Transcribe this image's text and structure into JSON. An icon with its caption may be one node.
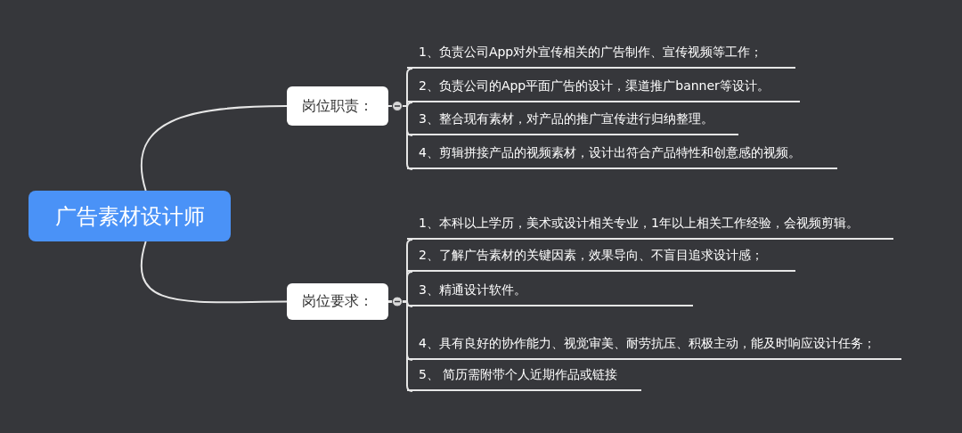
{
  "diagram": {
    "nodes": [
      {
        "text": [
          "广告素材设计师"
        ]
      },
      {
        "text": [
          "岗位职责："
        ]
      },
      {
        "text": [
          "1、负责公司App对外宣传相关的广告制作、宣传视频等工作；"
        ]
      },
      {
        "text": [
          "2、负责公司的App平面广告的设计，渠道推广banner等设计。"
        ]
      },
      {
        "text": [
          "3、整合现有素材，对产品的推广宣传进行归纳整理。"
        ]
      },
      {
        "text": [
          "4、剪辑拼接产品的视频素材，设计出符合产品特性和创意感的视频。"
        ]
      },
      {
        "text": [
          "岗位要求："
        ]
      },
      {
        "text": [
          "1、本科以上学历，美术或设计相关专业，1年以上相关工作经验，会视频剪辑。"
        ]
      },
      {
        "text": [
          "2、了解广告素材的关键因素，效果导向、不盲目追求设计感；"
        ]
      },
      {
        "text": [
          "3、精通设计软件。"
        ]
      },
      {
        "text": [
          "4、具有良好的协作能力、视觉审美、耐劳抗压、积极主动，能及时响应设计任务；"
        ]
      },
      {
        "text": [
          "5、 简历需附带个人近期作品或链接"
        ]
      }
    ],
    "edges": [
      {
        "from": 0,
        "to": 1,
        "arrow": "none"
      },
      {
        "from": 0,
        "to": 6,
        "arrow": "none"
      },
      {
        "from": 1,
        "to": 2,
        "arrow": "none"
      },
      {
        "from": 1,
        "to": 3,
        "arrow": "none"
      },
      {
        "from": 1,
        "to": 4,
        "arrow": "none"
      },
      {
        "from": 1,
        "to": 5,
        "arrow": "none"
      },
      {
        "from": 6,
        "to": 7,
        "arrow": "none"
      },
      {
        "from": 6,
        "to": 8,
        "arrow": "none"
      },
      {
        "from": 6,
        "to": 9,
        "arrow": "none"
      },
      {
        "from": 6,
        "to": 10,
        "arrow": "none"
      },
      {
        "from": 6,
        "to": 11,
        "arrow": "none"
      }
    ]
  }
}
